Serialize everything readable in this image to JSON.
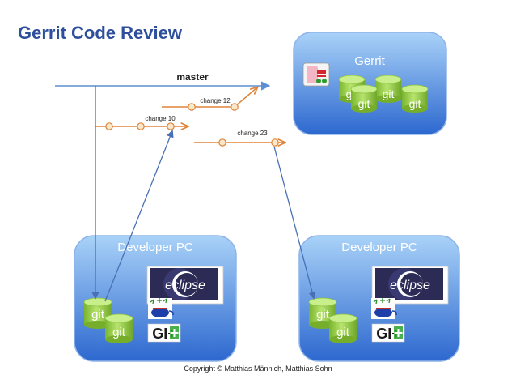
{
  "title": "Gerrit Code Review",
  "gerrit": {
    "label": "Gerrit",
    "git_labels": [
      "git",
      "git",
      "git",
      "git"
    ]
  },
  "branches": {
    "master": "master",
    "change_12": "change 12",
    "change_10": "change 10",
    "change_23": "change 23"
  },
  "developer_left": {
    "label": "Developer PC",
    "git_labels": [
      "git",
      "git"
    ],
    "eclipse_label": "eclipse",
    "git_logo": "GI+"
  },
  "developer_right": {
    "label": "Developer PC",
    "git_labels": [
      "git",
      "git"
    ],
    "eclipse_label": "eclipse",
    "git_logo": "GI+"
  },
  "footer": "Copyright © Matthias Männich, Matthias Sohn",
  "colors": {
    "title": "#2e4f9c",
    "box_light": "#9ecbf7",
    "box_dark": "#2f6fd6",
    "box_border": "#8fb4e8",
    "cylinder_light": "#b6e46d",
    "cylinder_dark": "#74ad2b",
    "master_line": "#5b8fd1",
    "change_line": "#e0843a",
    "commit_fill": "#fbe7c9",
    "connector": "#4a6fb5"
  }
}
